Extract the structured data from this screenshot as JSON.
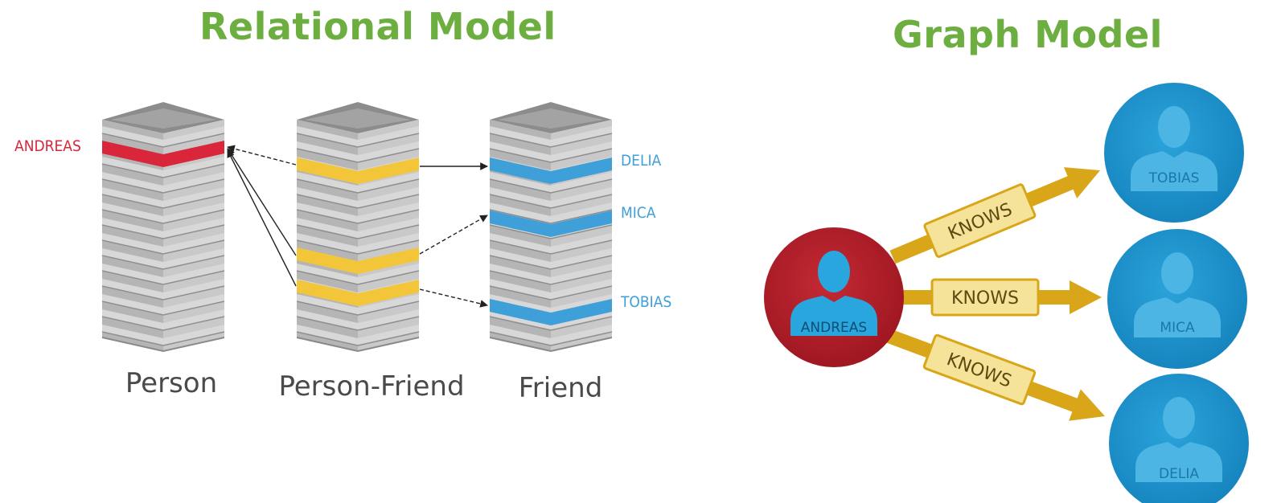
{
  "relational": {
    "title": "Relational Model",
    "tables": [
      {
        "name": "Person"
      },
      {
        "name": "Person-Friend"
      },
      {
        "name": "Friend"
      }
    ],
    "person_label": "ANDREAS",
    "friend_labels": [
      "DELIA",
      "MICA",
      "TOBIAS"
    ]
  },
  "graph": {
    "title": "Graph Model",
    "center_node": "ANDREAS",
    "friend_nodes": [
      "TOBIAS",
      "MICA",
      "DELIA"
    ],
    "edge_label": "KNOWS"
  },
  "colors": {
    "title_green": "#6cae3f",
    "person_red": "#d9263a",
    "link_yellow": "#f3c63a",
    "friend_blue": "#3e9fd9",
    "node_red": "#b0202a",
    "node_blue": "#1c93cf",
    "edge_gold": "#d9a619"
  }
}
